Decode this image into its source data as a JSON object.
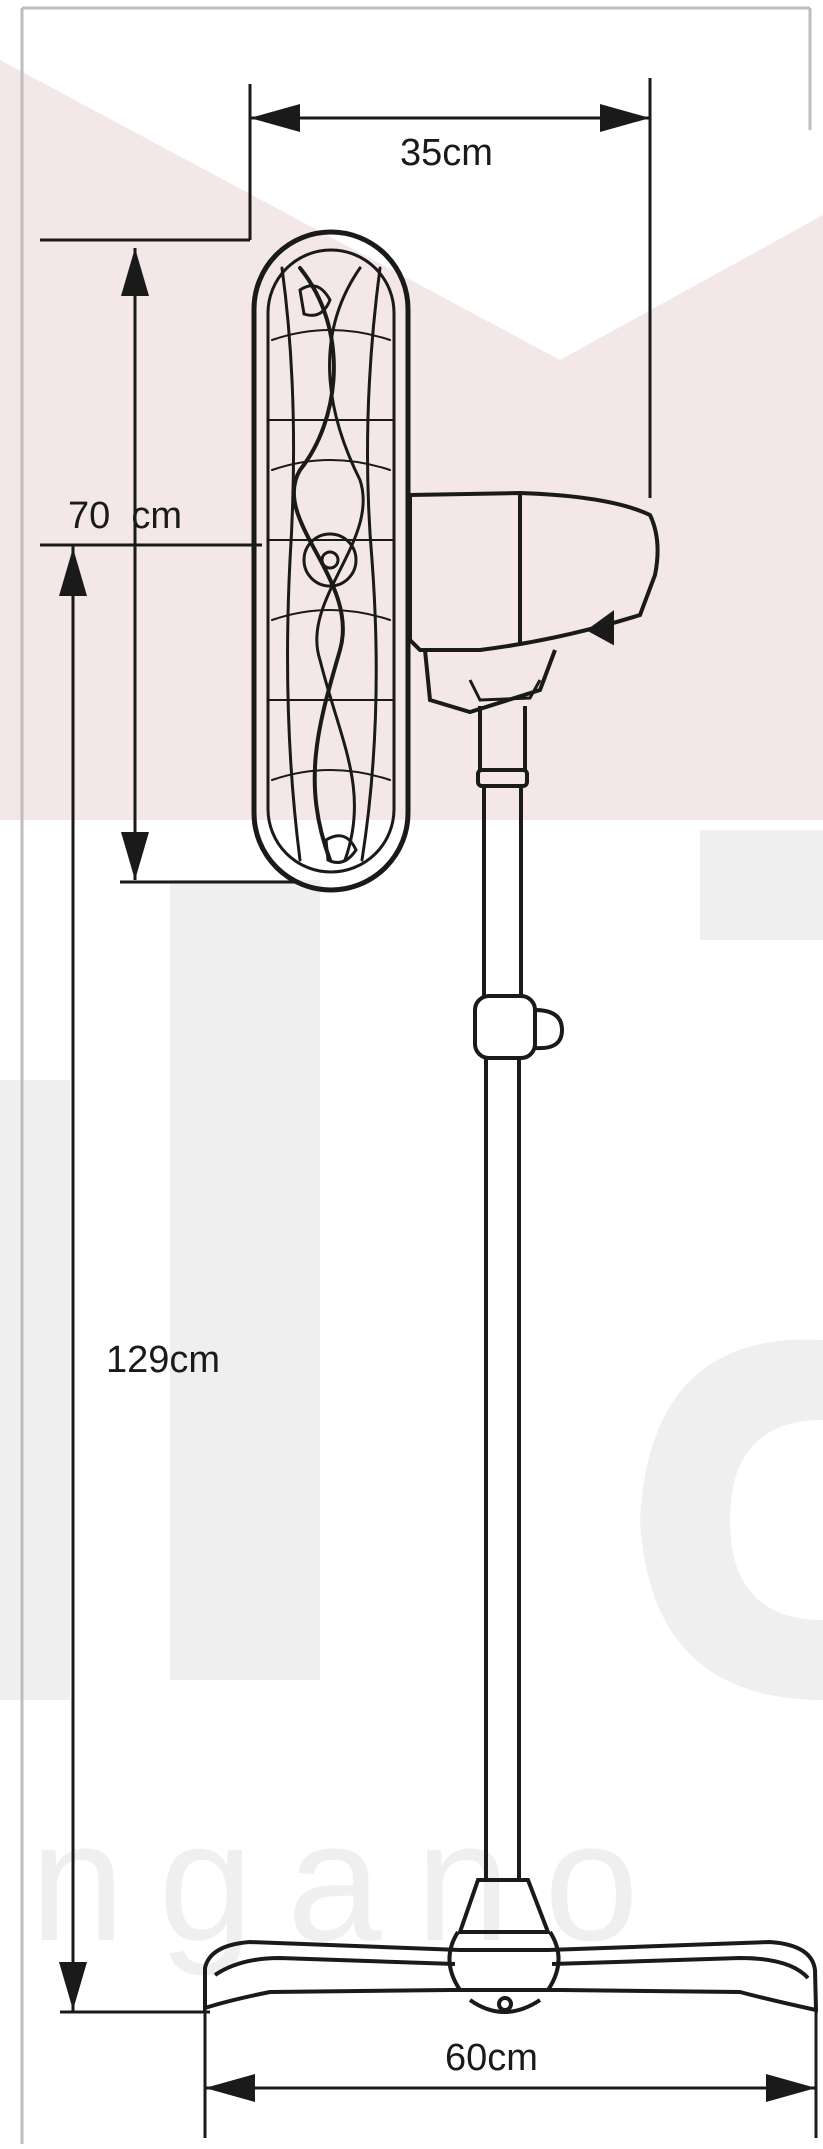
{
  "dimensions": {
    "depth_label": "35cm",
    "head_height_label": "70  cm",
    "total_height_label": "129cm",
    "base_width_label": "60cm"
  },
  "watermark": {
    "text": "ngano",
    "colors": {
      "pink": "#f3e6e7",
      "gray": "#eeeeee"
    }
  },
  "colors": {
    "line": "#1a1a1a",
    "frame": "#bdbdbd",
    "background": "#ffffff"
  }
}
